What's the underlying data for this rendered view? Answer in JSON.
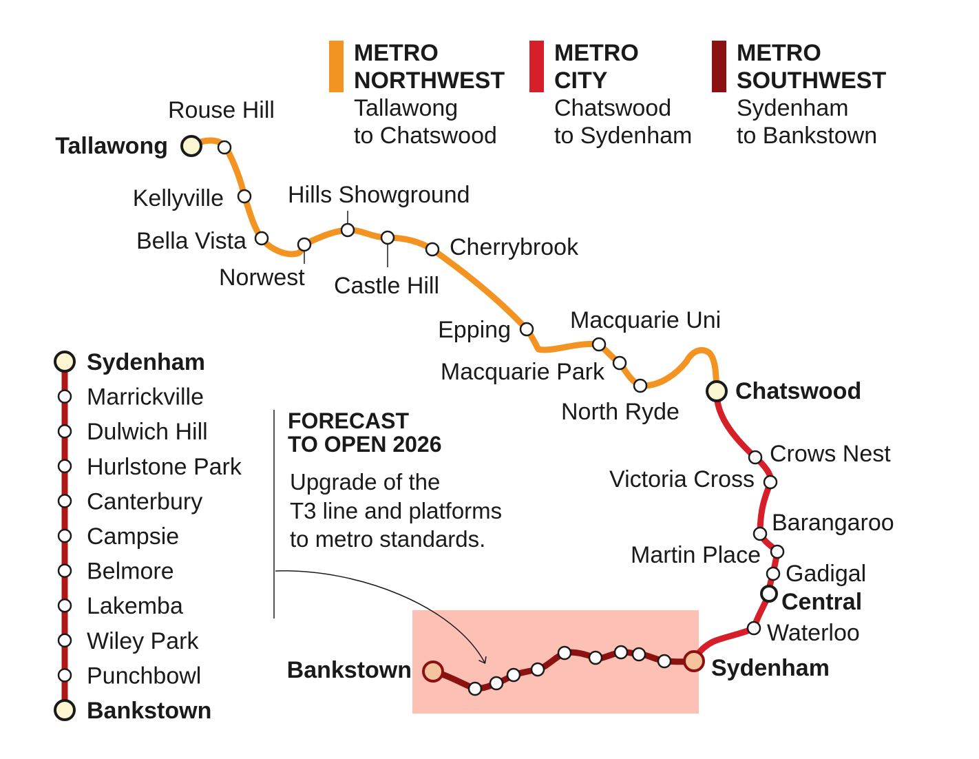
{
  "colors": {
    "northwest": "#f39322",
    "city": "#d71f29",
    "southwest": "#8c1212",
    "highlight": "#fcc0b4",
    "terminus_fill": "#fdf6d3",
    "terminus_fill_sw": "#f6c39e"
  },
  "legend": [
    {
      "line": "northwest",
      "title_1": "METRO",
      "title_2": "NORTHWEST",
      "sub_1": "Tallawong",
      "sub_2": "to Chatswood"
    },
    {
      "line": "city",
      "title_1": "METRO",
      "title_2": "CITY",
      "sub_1": "Chatswood",
      "sub_2": "to Sydenham"
    },
    {
      "line": "southwest",
      "title_1": "METRO",
      "title_2": "SOUTHWEST",
      "sub_1": "Sydenham",
      "sub_2": "to Bankstown"
    }
  ],
  "stations": {
    "tallawong": "Tallawong",
    "rouse_hill": "Rouse Hill",
    "kellyville": "Kellyville",
    "bella_vista": "Bella Vista",
    "norwest": "Norwest",
    "hills_showground": "Hills Showground",
    "castle_hill": "Castle Hill",
    "cherrybrook": "Cherrybrook",
    "epping": "Epping",
    "macquarie_uni": "Macquarie Uni",
    "macquarie_park": "Macquarie Park",
    "north_ryde": "North Ryde",
    "chatswood": "Chatswood",
    "crows_nest": "Crows Nest",
    "victoria_cross": "Victoria Cross",
    "barangaroo": "Barangaroo",
    "martin_place": "Martin Place",
    "gadigal": "Gadigal",
    "central": "Central",
    "waterloo": "Waterloo",
    "sydenham": "Sydenham",
    "bankstown": "Bankstown"
  },
  "southwest_list": {
    "stations": [
      "Sydenham",
      "Marrickville",
      "Dulwich Hill",
      "Hurlstone Park",
      "Canterbury",
      "Campsie",
      "Belmore",
      "Lakemba",
      "Wiley Park",
      "Punchbowl",
      "Bankstown"
    ]
  },
  "forecast": {
    "title_1": "FORECAST",
    "title_2": "TO OPEN 2026",
    "body_1": "Upgrade of the",
    "body_2": "T3 line and platforms",
    "body_3": "to metro standards."
  }
}
